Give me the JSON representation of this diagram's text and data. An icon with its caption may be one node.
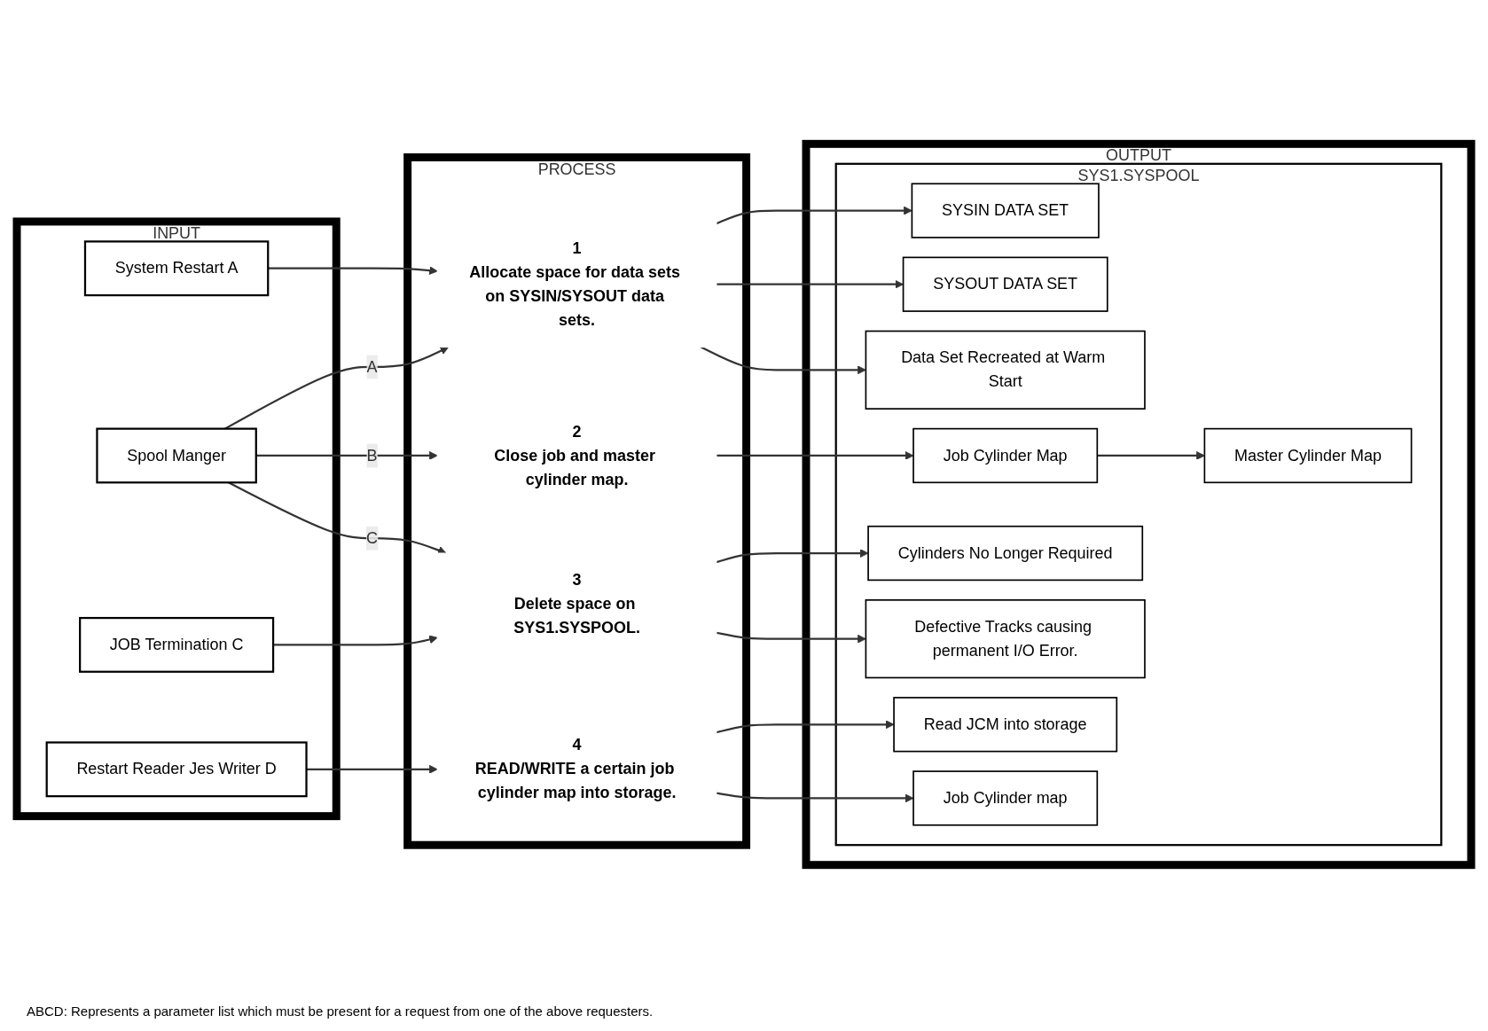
{
  "diagram": {
    "nodes": [
      {
        "text": [
          "INPUT"
        ]
      },
      {
        "text": [
          "System Restart A"
        ],
        "in": 0
      },
      {
        "text": [
          "Spool Manger"
        ],
        "in": 0
      },
      {
        "text": [
          "JOB Termination C"
        ],
        "in": 0
      },
      {
        "text": [
          "Restart Reader Jes Writer D"
        ],
        "in": 0
      },
      {
        "text": [
          "PROCESS"
        ]
      },
      {
        "text": [
          "1",
          "Allocate space for data sets on SYSIN/SYSOUT data sets."
        ],
        "in": 5
      },
      {
        "text": [
          "2",
          "Close job and master cylinder map."
        ],
        "in": 5
      },
      {
        "text": [
          "3",
          "Delete space on SYS1.SYSPOOL."
        ],
        "in": 5
      },
      {
        "text": [
          "4",
          "READ/WRITE a certain job cylinder map into storage."
        ],
        "in": 5
      },
      {
        "text": [
          "OUTPUT"
        ]
      },
      {
        "text": [
          "SYS1.SYSPOOL"
        ],
        "in": 10
      },
      {
        "text": [
          "Master Cylinder Map"
        ],
        "in": 11
      },
      {
        "text": [
          "SYSIN DATA SET"
        ],
        "in": 11
      },
      {
        "text": [
          "SYSOUT DATA SET"
        ],
        "in": 11
      },
      {
        "text": [
          "Data Set Recreated at Warm Start"
        ],
        "in": 11
      },
      {
        "text": [
          "Job Cylinder Map"
        ],
        "in": 11
      },
      {
        "text": [
          "Cylinders No Longer Required"
        ],
        "in": 11
      },
      {
        "text": [
          "Defective Tracks causing permanent I/O Error."
        ],
        "in": 11
      },
      {
        "text": [
          "Read JCM into storage"
        ],
        "in": 11
      },
      {
        "text": [
          "Job Cylinder map"
        ],
        "in": 11
      }
    ],
    "edges": [
      {
        "from": 1,
        "to": 6,
        "arrow": "to"
      },
      {
        "from": 2,
        "to": 6,
        "arrow": "to",
        "label": "A"
      },
      {
        "from": 2,
        "to": 7,
        "arrow": "to",
        "label": "B"
      },
      {
        "from": 2,
        "to": 8,
        "arrow": "to",
        "label": "C"
      },
      {
        "from": 3,
        "to": 8,
        "arrow": "to"
      },
      {
        "from": 4,
        "to": 9,
        "arrow": "to"
      },
      {
        "from": 6,
        "to": 13,
        "arrow": "to"
      },
      {
        "from": 6,
        "to": 14,
        "arrow": "to"
      },
      {
        "from": 6,
        "to": 15,
        "arrow": "to"
      },
      {
        "from": 7,
        "to": 16,
        "arrow": "to"
      },
      {
        "from": 8,
        "to": 17,
        "arrow": "to"
      },
      {
        "from": 8,
        "to": 18,
        "arrow": "to"
      },
      {
        "from": 9,
        "to": 19,
        "arrow": "to"
      },
      {
        "from": 9,
        "to": 20,
        "arrow": "to"
      },
      {
        "from": 16,
        "to": 12,
        "arrow": "to"
      }
    ],
    "labels": [
      "ABCD: Represents a parameter list which must be present for a request from one of the above requesters."
    ]
  }
}
